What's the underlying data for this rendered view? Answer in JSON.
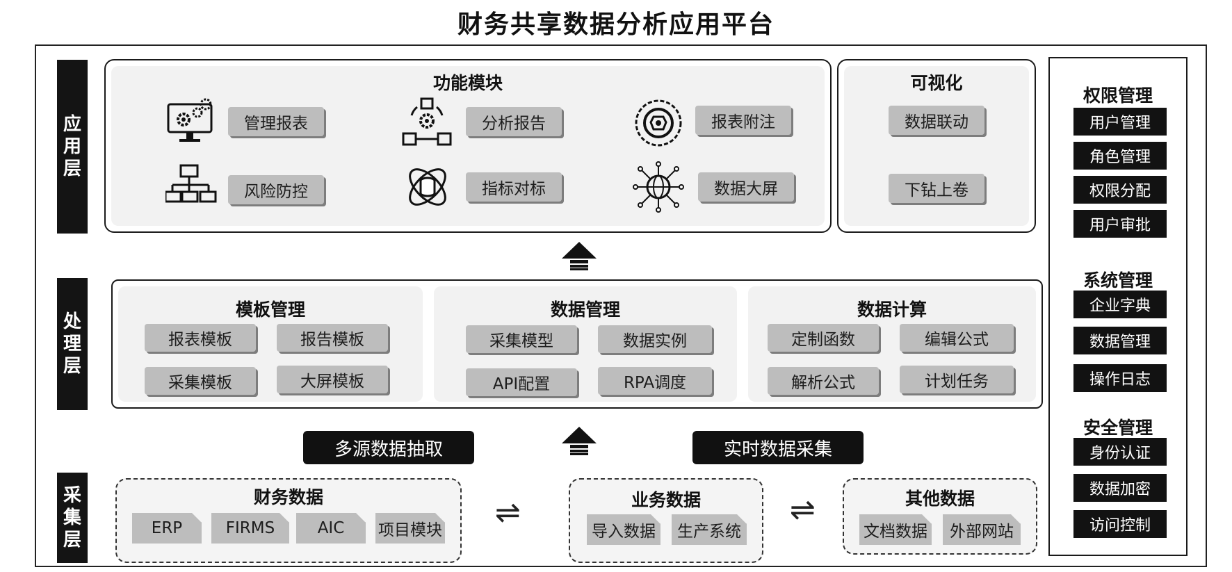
{
  "title": "财务共享数据分析应用平台",
  "layers": {
    "app": [
      "应",
      "用",
      "层"
    ],
    "process": [
      "处",
      "理",
      "层"
    ],
    "collect": [
      "采",
      "集",
      "层"
    ]
  },
  "app_layer": {
    "function_module": {
      "title": "功能模块",
      "items": [
        {
          "label": "管理报表",
          "icon": "monitor-gear-icon"
        },
        {
          "label": "分析报告",
          "icon": "gear-network-icon"
        },
        {
          "label": "报表附注",
          "icon": "wrench-gear-icon"
        },
        {
          "label": "风险防控",
          "icon": "network-computers-icon"
        },
        {
          "label": "指标对标",
          "icon": "database-orbit-icon"
        },
        {
          "label": "数据大屏",
          "icon": "globe-network-icon"
        }
      ]
    },
    "visualization": {
      "title": "可视化",
      "items": [
        "数据联动",
        "下钻上卷"
      ]
    }
  },
  "process_layer": {
    "template_mgmt": {
      "title": "模板管理",
      "items": [
        "报表模板",
        "报告模板",
        "采集模板",
        "大屏模板"
      ]
    },
    "data_mgmt": {
      "title": "数据管理",
      "items": [
        "采集模型",
        "数据实例",
        "API配置",
        "RPA调度"
      ]
    },
    "data_compute": {
      "title": "数据计算",
      "items": [
        "定制函数",
        "编辑公式",
        "解析公式",
        "计划任务"
      ]
    }
  },
  "flows": {
    "left": "多源数据抽取",
    "right": "实时数据采集"
  },
  "collect_layer": {
    "finance": {
      "title": "财务数据",
      "items": [
        "ERP",
        "FIRMS",
        "AIC",
        "项目模块"
      ]
    },
    "business": {
      "title": "业务数据",
      "items": [
        "导入数据",
        "生产系统"
      ]
    },
    "other": {
      "title": "其他数据",
      "items": [
        "文档数据",
        "外部网站"
      ]
    }
  },
  "sidebar": {
    "permission": {
      "title": "权限管理",
      "items": [
        "用户管理",
        "角色管理",
        "权限分配",
        "用户审批"
      ]
    },
    "system": {
      "title": "系统管理",
      "items": [
        "企业字典",
        "数据管理",
        "操作日志"
      ]
    },
    "security": {
      "title": "安全管理",
      "items": [
        "身份认证",
        "数据加密",
        "访问控制"
      ]
    }
  }
}
